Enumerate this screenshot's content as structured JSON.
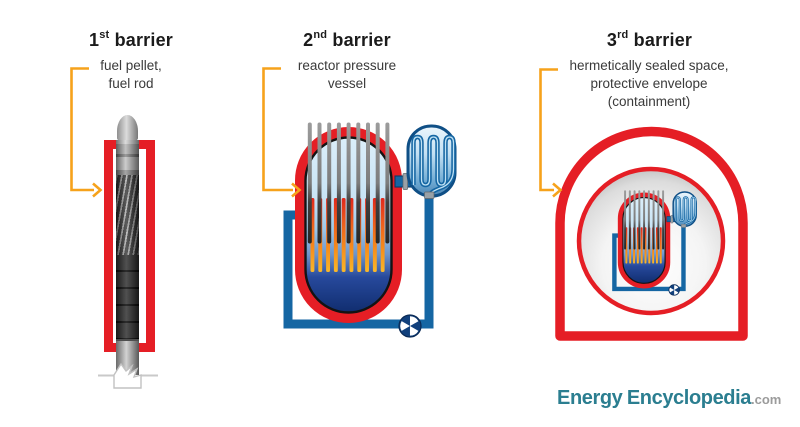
{
  "page": {
    "background": "#ffffff"
  },
  "colors": {
    "barrier_red": "#e51e25",
    "arrow_orange": "#f6a21b",
    "pipe_blue": "#1566a3",
    "water_light_blue": "#d9edf9",
    "vessel_navy": "#0d2968",
    "fuel_glow_orange": "#f68f1b",
    "control_rod_gray": "#8c8c8c",
    "logo_teal": "#2b7e90",
    "logo_gray": "#9b9b9b"
  },
  "barriers": [
    {
      "ordinal": "1",
      "ordinal_suffix": "st",
      "title_rest": " barrier",
      "label_lines": [
        "fuel pellet,",
        "fuel rod"
      ]
    },
    {
      "ordinal": "2",
      "ordinal_suffix": "nd",
      "title_rest": " barrier",
      "label_lines": [
        "reactor pressure",
        "vessel"
      ]
    },
    {
      "ordinal": "3",
      "ordinal_suffix": "rd",
      "title_rest": " barrier",
      "label_lines": [
        "hermetically sealed space,",
        "protective envelope",
        "(containment)"
      ]
    }
  ],
  "branding": {
    "name_primary": "Energy",
    "name_secondary": "Encyclopedia",
    "domain_suffix": ".com"
  },
  "diagrams": {
    "fuel_rod": {
      "icon": "fuel-rod-with-spring-and-pellets"
    },
    "reactor": {
      "control_rods": 9,
      "fuel_rods": 10
    },
    "containment": {
      "shape": "dome-with-inner-sphere"
    }
  }
}
